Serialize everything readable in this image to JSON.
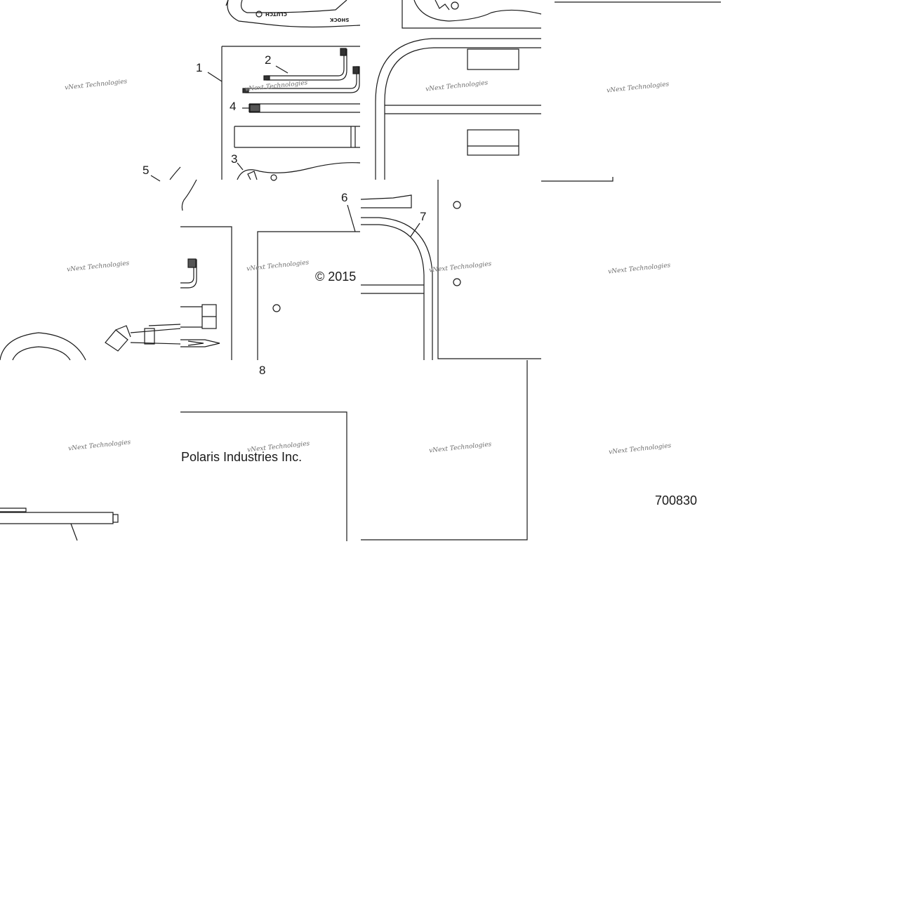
{
  "diagram": {
    "callouts": [
      {
        "id": "1",
        "label": "1"
      },
      {
        "id": "2",
        "label": "2"
      },
      {
        "id": "3",
        "label": "3"
      },
      {
        "id": "4",
        "label": "4"
      },
      {
        "id": "5",
        "label": "5"
      },
      {
        "id": "6",
        "label": "6"
      },
      {
        "id": "7",
        "label": "7"
      },
      {
        "id": "8",
        "label": "8"
      }
    ],
    "copyright": "© 2015",
    "company": "Polaris Industries Inc.",
    "drawing_number": "700830",
    "watermark": "vNext Technologies",
    "tool_engraving": {
      "clutch": "CLUTCH",
      "shock": "SHOCK"
    }
  }
}
